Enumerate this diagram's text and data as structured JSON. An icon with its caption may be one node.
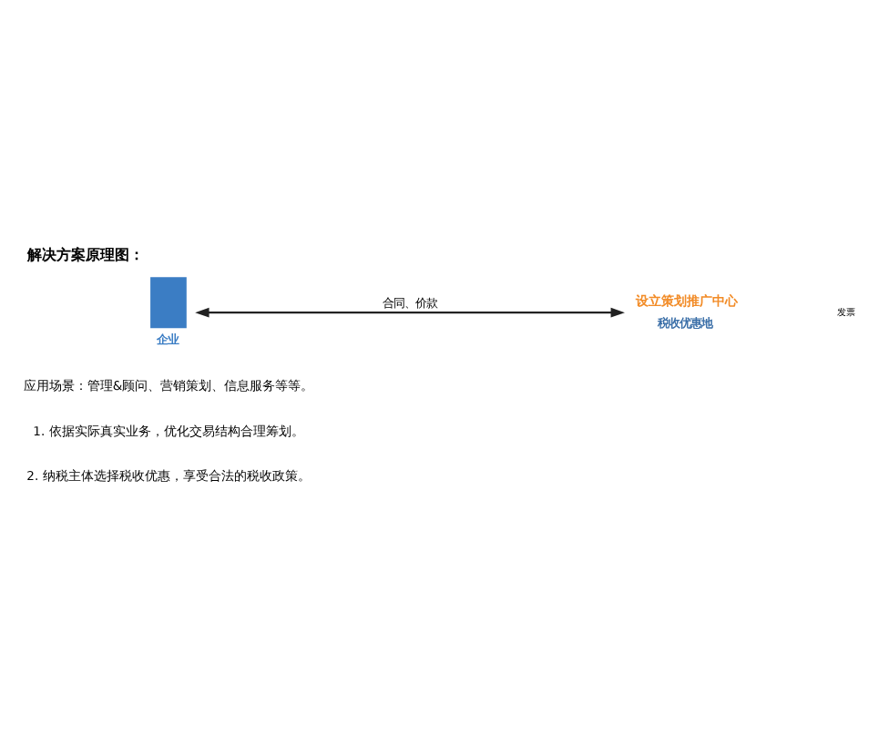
{
  "diagram": {
    "title": "解决方案原理图：",
    "nodes": [
      {
        "text": [],
        "shape": "box",
        "beside": [
          "企业"
        ]
      },
      {
        "text": [
          "设立策划推广中心"
        ],
        "beside": [
          "税收优惠地"
        ]
      }
    ],
    "edges": [
      {
        "from": 0,
        "to": 1,
        "arrow": "both",
        "label": "合同、价款"
      }
    ],
    "labels": [
      "发票",
      "应用场景：管理&顾问、营销策划、信息服务等等。",
      "1. 依据实际真实业务，优化交易结构合理筹划。",
      "2. 纳税主体选择税收优惠，享受合法的税收政策。"
    ]
  }
}
